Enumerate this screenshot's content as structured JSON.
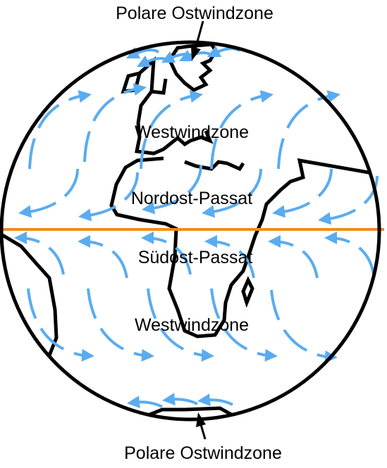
{
  "labels": {
    "top_polar": "Polare Ostwindzone",
    "north_westerlies": "Westwindzone",
    "northeast_trades": "Nordost-Passat",
    "southeast_trades": "Südost-Passat",
    "south_westerlies": "Westwindzone",
    "bottom_polar": "Polare Ostwindzone"
  },
  "colors": {
    "wind_arrows": "#5aacf0",
    "equator": "#f28a1e",
    "outline": "#000000"
  },
  "icons": {
    "wind": "dashed-curved-arrow",
    "pointer": "black-pointer-arrow"
  }
}
